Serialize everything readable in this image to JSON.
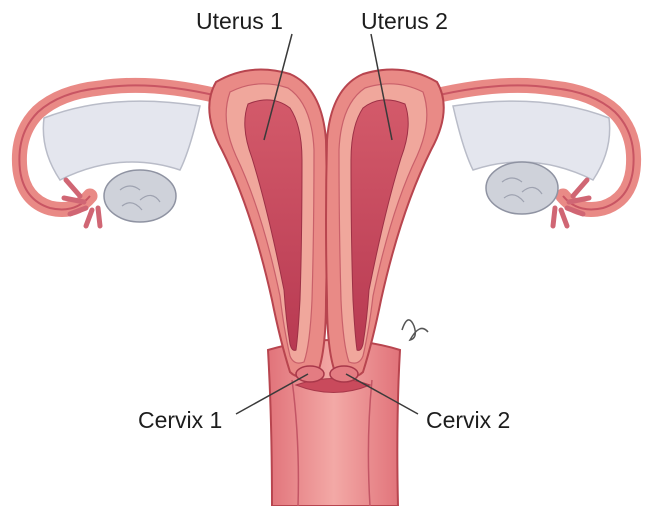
{
  "labels": {
    "uterus_1": "Uterus 1",
    "uterus_2": "Uterus 2",
    "cervix_1": "Cervix 1",
    "cervix_2": "Cervix 2"
  },
  "colors": {
    "tissue_outer": "#e98a86",
    "tissue_muscle": "#f0a79c",
    "tissue_inner": "#c7445a",
    "lining": "#f6c2b6",
    "ovary": "#cfd2da",
    "membrane": "#e4e6ee",
    "leader_line": "#3a3a3a"
  }
}
